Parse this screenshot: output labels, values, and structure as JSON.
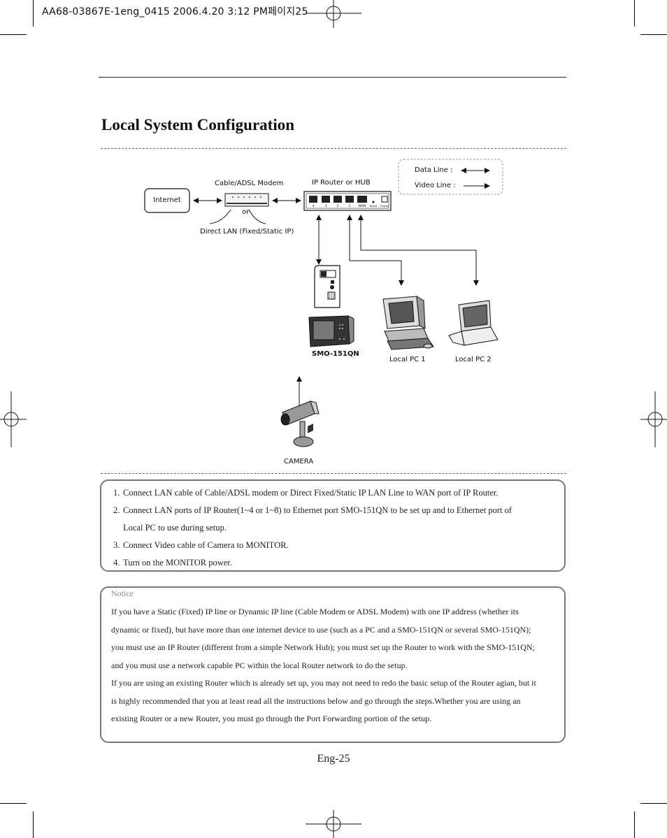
{
  "header": {
    "print_line": "AA68-03867E-1eng_0415  2006.4.20 3:12 PM페이지25"
  },
  "page": {
    "title": "Local System Configuration",
    "page_number": "Eng-25"
  },
  "diagram": {
    "legend": {
      "data_line": "Data Line :",
      "video_line": "Video Line :"
    },
    "internet": "Internet",
    "modem": "Cable/ADSL Modem",
    "or": "or",
    "direct_lan": "Direct LAN (Fixed/Static IP)",
    "router": "IP Router or HUB",
    "router_ports": [
      "4",
      "3",
      "2",
      "1",
      "WAN"
    ],
    "router_reset": "Reset",
    "router_power": "Power",
    "smo": "SMO-151QN",
    "local_pc1": "Local PC 1",
    "local_pc2": "Local PC 2",
    "camera": "CAMERA"
  },
  "steps": [
    {
      "num": "1.",
      "lines": [
        "Connect LAN cable of Cable/ADSL modem or Direct Fixed/Static IP LAN Line to WAN port of IP Router."
      ]
    },
    {
      "num": "2.",
      "lines": [
        "Connect LAN ports of IP Router(1~4 or 1~8) to Ethernet port SMO-151QN to be set up and to Ethernet port of",
        "Local PC to use during setup."
      ]
    },
    {
      "num": "3.",
      "lines": [
        "Connect Video cable of Camera to MONITOR."
      ]
    },
    {
      "num": "4.",
      "lines": [
        "Turn on the MONITOR power."
      ]
    }
  ],
  "notice": {
    "label": "Notice",
    "lines": [
      "If you have a Static (Fixed) IP line or Dynamic IP line (Cable Modem or ADSL Modem) with one IP address (whether its",
      "dynamic or fixed), but have more than one internet device to use (such as a PC and a SMO-151QN or several SMO-151QN);",
      "you must use an IP Router (different from a simple Network Hub); you must set up the Router to work with the SMO-151QN;",
      "and you must use a network capable PC within the local Router network to do the setup.",
      "If you are using an existing Router which is already set up, you may not need to redo the basic setup of the Router agian, but it",
      "is highly recommended that you at least read all the instructions below and go through the steps.Whether you are using an",
      "existing Router or a new Router, you must go through the Port Forwarding portion of the setup."
    ]
  }
}
